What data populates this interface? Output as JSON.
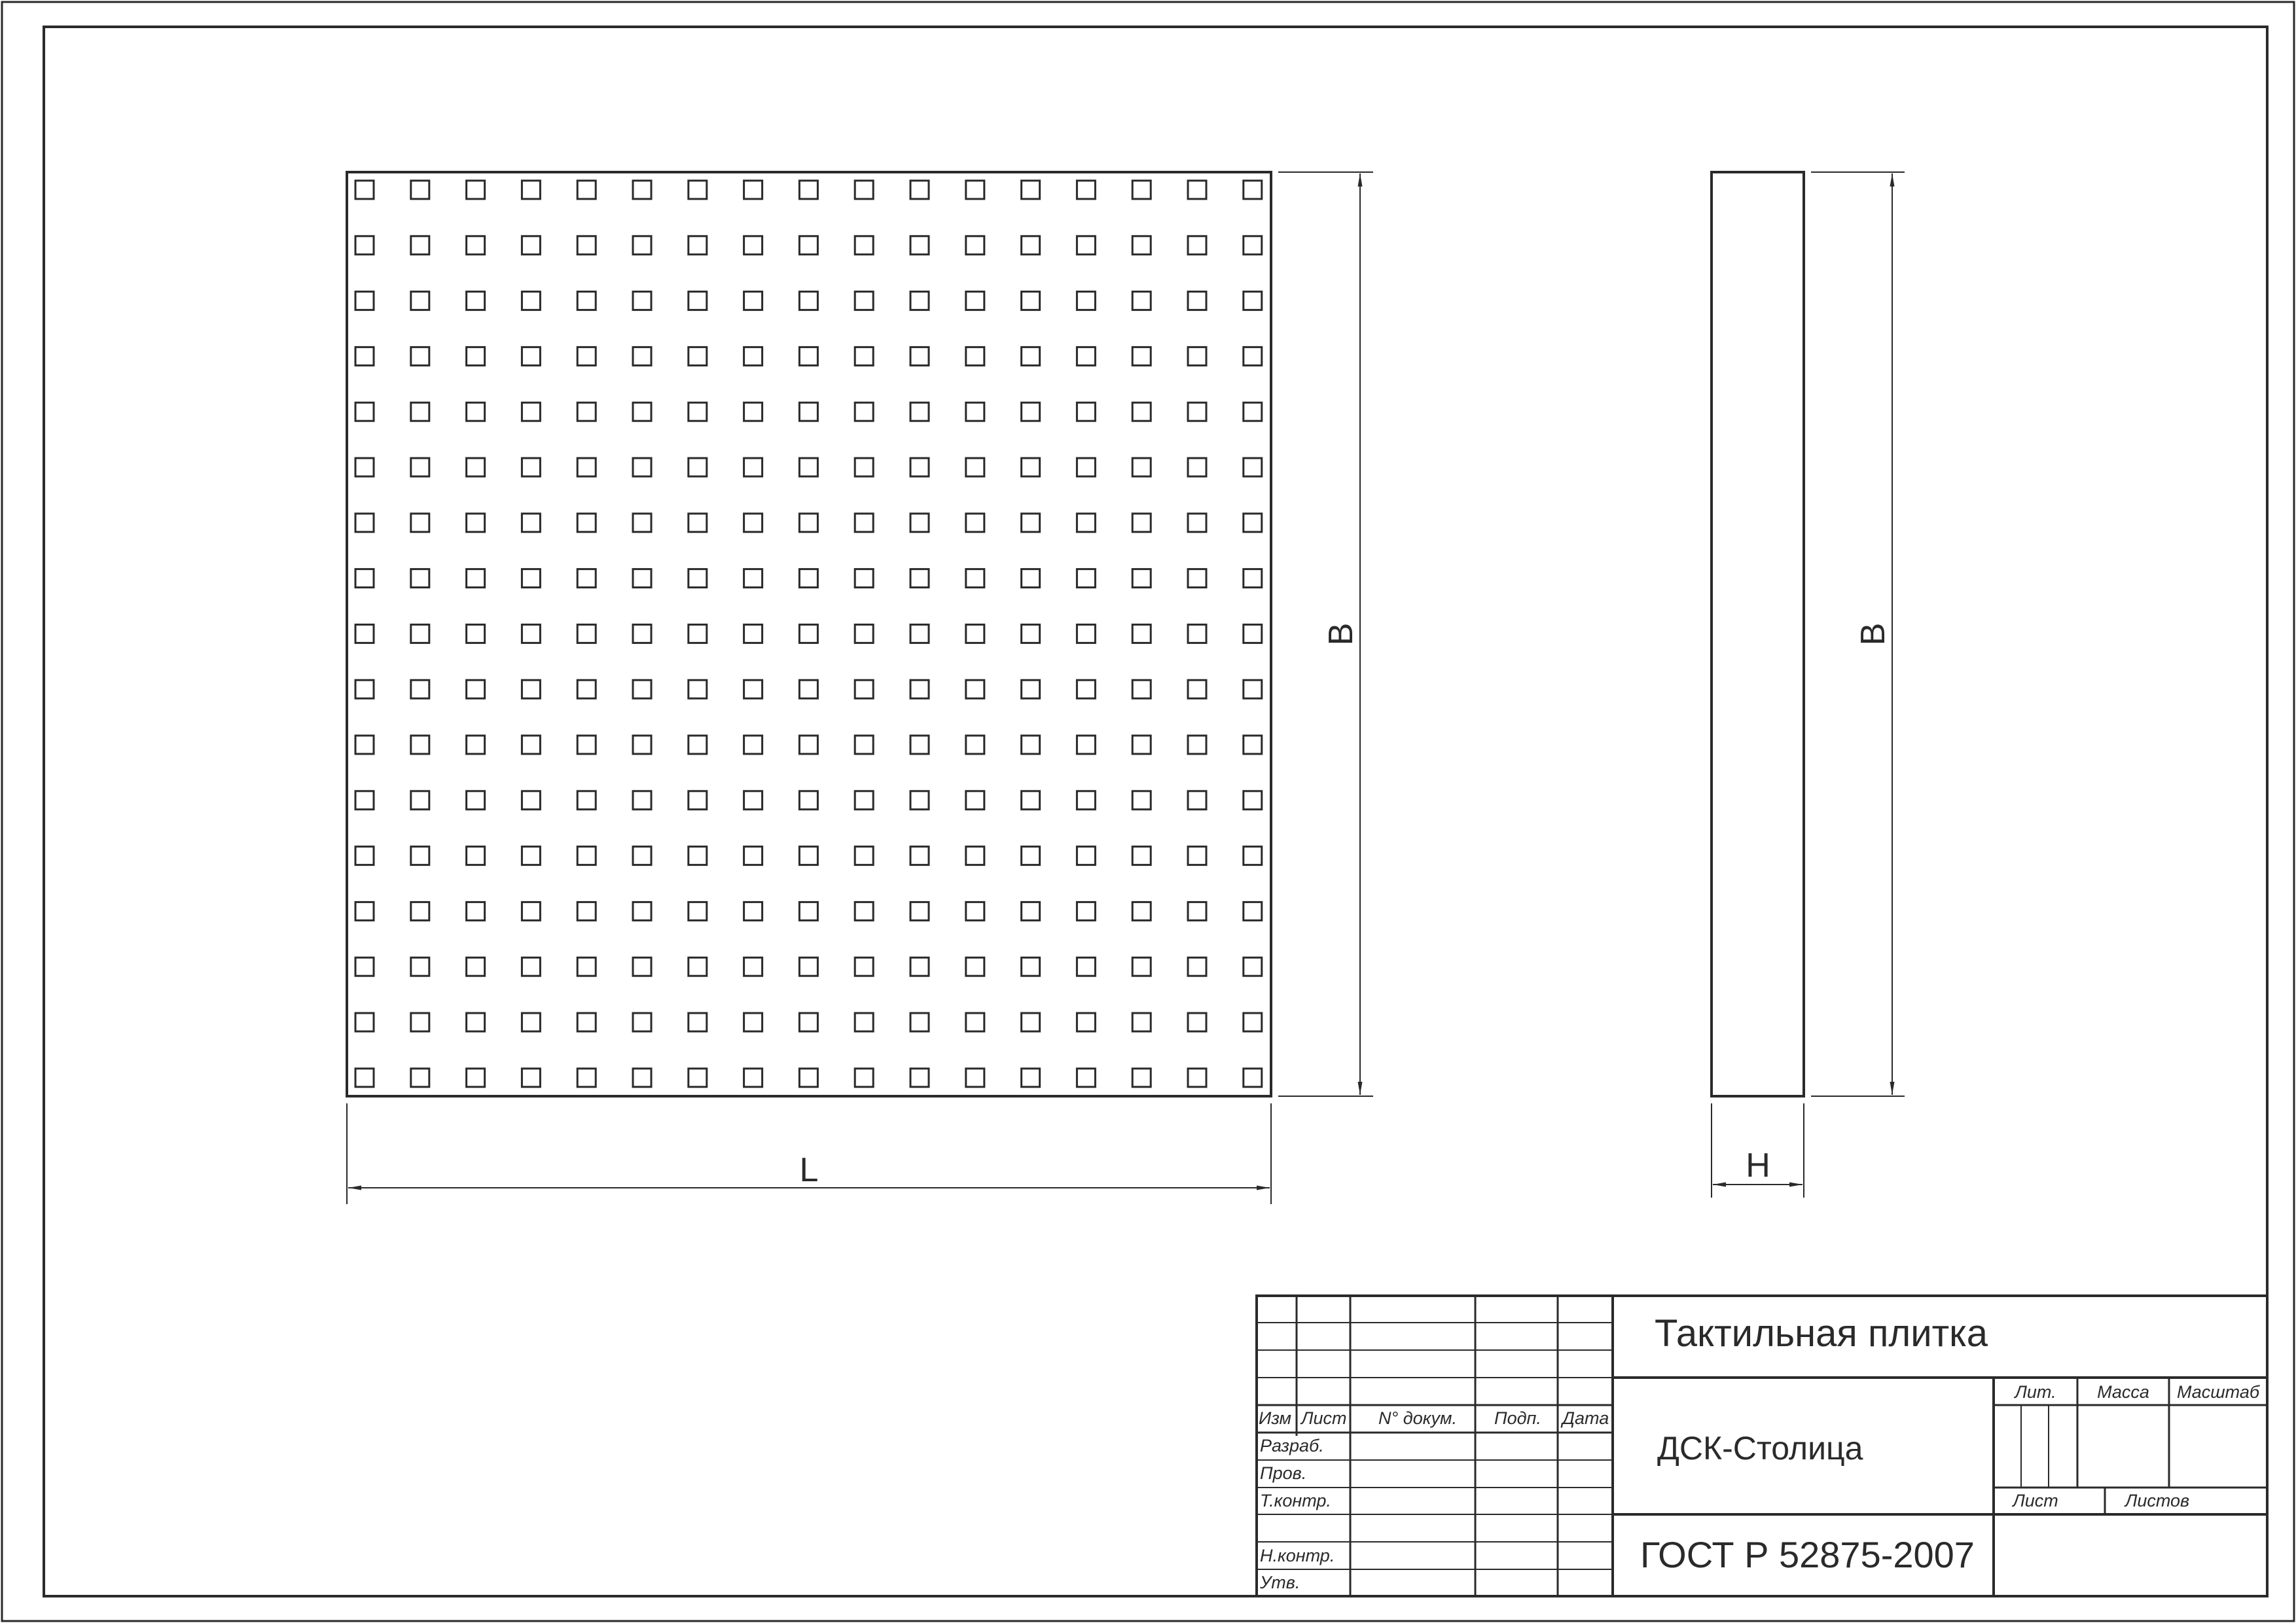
{
  "dimensions": {
    "length_label": "L",
    "height_label": "H",
    "width_label_plan": "B",
    "width_label_side": "B"
  },
  "tile": {
    "pattern_columns": 17,
    "pattern_rows": 17
  },
  "title_block": {
    "title": "Тактильная плитка",
    "company": "ДСК-Столица",
    "standard": "ГОСТ Р 52875-2007",
    "left_headers": {
      "izm": "Изм",
      "list": "Лист",
      "doc_no": "N° докум.",
      "podp": "Подп.",
      "data": "Дата"
    },
    "roles": {
      "razrab": "Разраб.",
      "prov": "Пров.",
      "tkontr": "Т.контр.",
      "nkontr": "Н.контр.",
      "utv": "Утв."
    },
    "right_headers": {
      "lit": "Лит.",
      "massa": "Масса",
      "masshtab": "Масштаб",
      "list": "Лист",
      "listov": "Листов"
    }
  }
}
